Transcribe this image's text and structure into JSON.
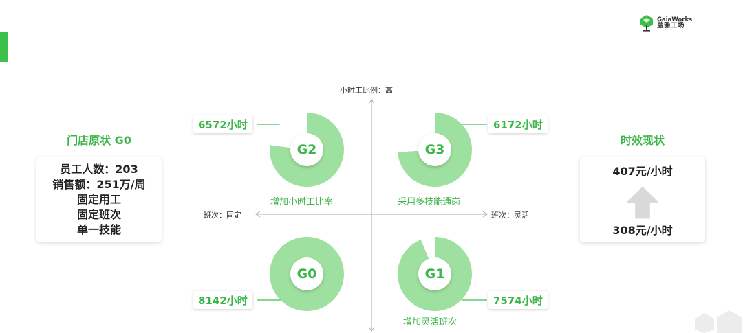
{
  "brand": {
    "name_en": "GaiaWorks",
    "name_cn": "盖雅工场"
  },
  "left": {
    "title": "门店原状 G0",
    "lines": [
      "员工人数：203",
      "销售额：251万/周",
      "固定用工",
      "固定班次",
      "单一技能"
    ]
  },
  "right": {
    "title": "时效现状",
    "top_value": "407元/小时",
    "bottom_value": "308元/小时"
  },
  "axes": {
    "top": "小时工比例：高",
    "left": "班次：固定",
    "right": "班次：灵活"
  },
  "quadrants": [
    {
      "id": "G2",
      "hours": "6572小时",
      "label": "增加小时工比率",
      "fill_fraction": 0.77
    },
    {
      "id": "G3",
      "hours": "6172小时",
      "label": "采用多技能通岗",
      "fill_fraction": 0.74
    },
    {
      "id": "G0",
      "hours": "8142小时",
      "label": "",
      "fill_fraction": 1.0
    },
    {
      "id": "G1",
      "hours": "7574小时",
      "label": "增加灵活班次",
      "fill_fraction": 0.94
    }
  ],
  "colors": {
    "accent": "#3cc04a",
    "ring_fill": "#9ee09f",
    "ring_track": "#ffffff",
    "text_green": "#3cb54a",
    "connector": "#3cc04a",
    "arrow_gray": "#d9d9d9"
  }
}
